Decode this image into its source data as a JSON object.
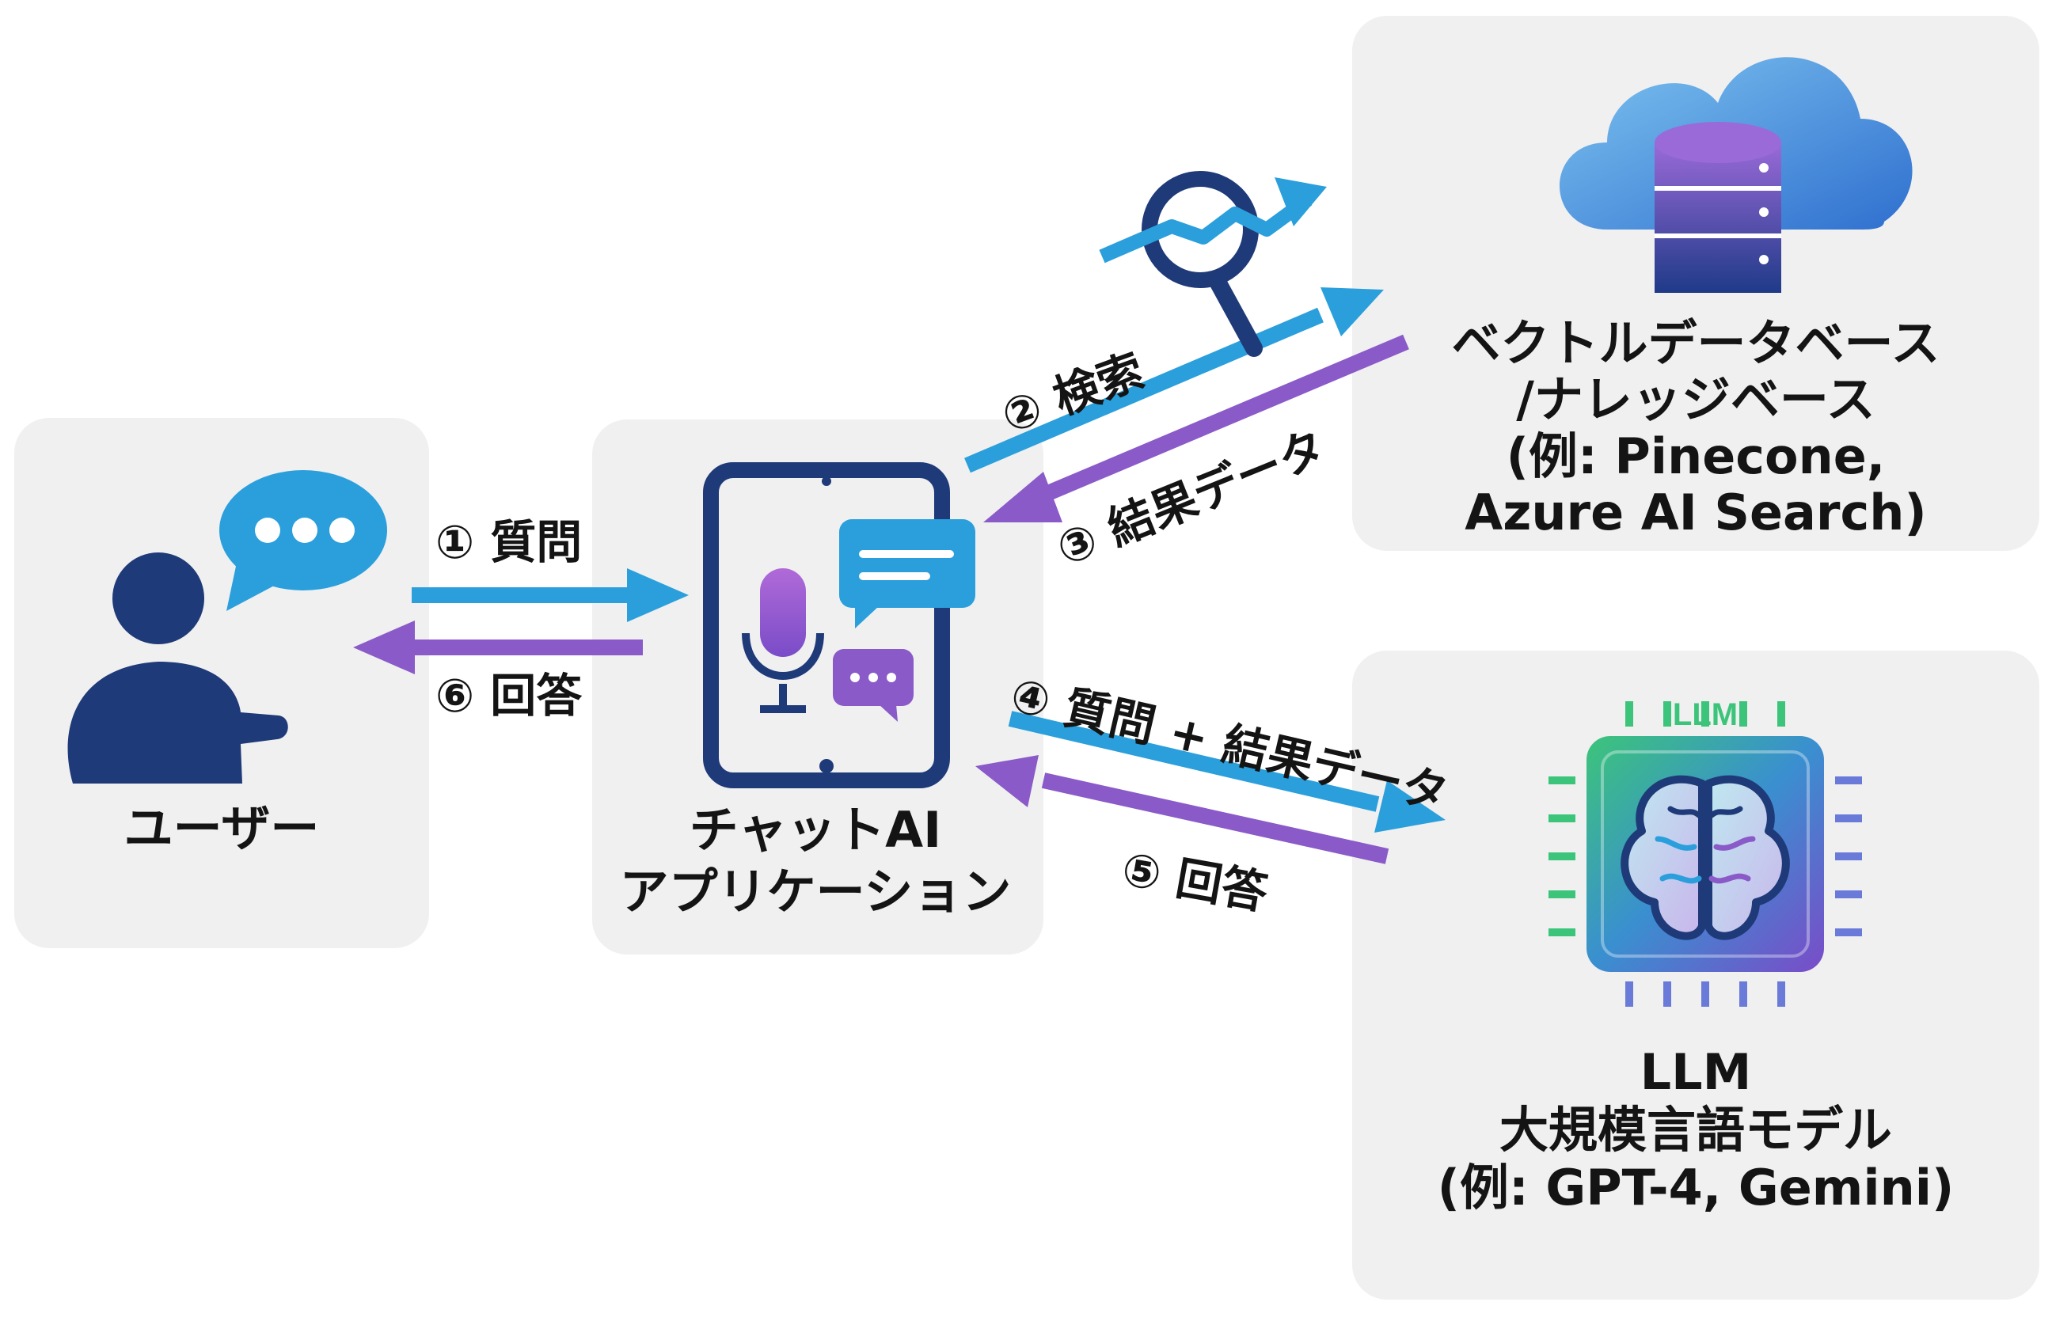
{
  "colors": {
    "panel": "#f0f0f0",
    "blue_arrow": "#2a9fdc",
    "purple_arrow": "#8a5ac8",
    "navy": "#1f3a78",
    "text": "#141414"
  },
  "nodes": {
    "user": {
      "label": "ユーザー",
      "icons": [
        "person-icon",
        "speech-bubble-icon"
      ]
    },
    "app": {
      "label_lines": [
        "チャットAI",
        "アプリケーション"
      ],
      "icons": [
        "tablet-icon",
        "microphone-icon",
        "chat-bubble-icon"
      ]
    },
    "db": {
      "label_lines": [
        "ベクトルデータベース",
        "/ナレッジベース",
        "(例: Pinecone,",
        "Azure AI Search)"
      ],
      "icons": [
        "cloud-icon",
        "database-icon",
        "search-magnifier-icon"
      ]
    },
    "llm": {
      "label_lines": [
        "LLM",
        "大規模言語モデル",
        "(例: GPT-4, Gemini)"
      ],
      "icons": [
        "chip-icon",
        "brain-icon"
      ],
      "chip_text": "LLM"
    }
  },
  "steps": {
    "s1": "① 質問",
    "s2": "② 検索",
    "s3": "③ 結果データ",
    "s4": "④ 質問 + 結果データ",
    "s5": "⑤ 回答",
    "s6": "⑥ 回答"
  }
}
